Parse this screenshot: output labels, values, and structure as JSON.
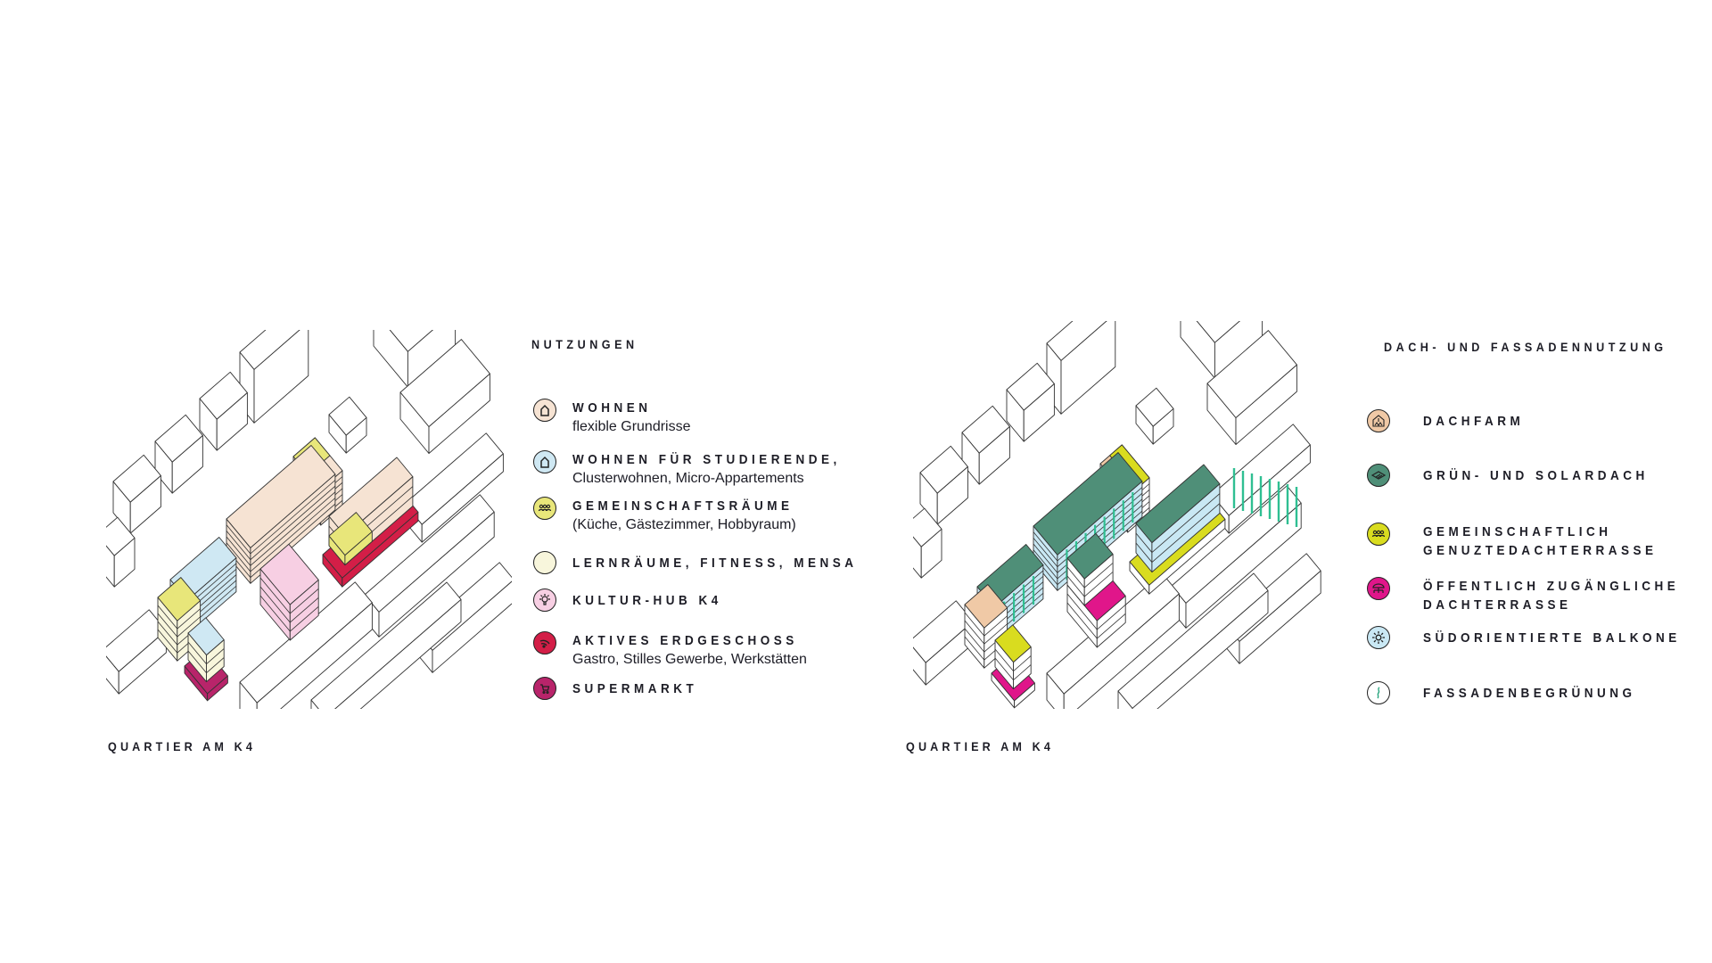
{
  "left": {
    "legend_title": "NUTZUNGEN",
    "caption": "QUARTIER AM K4",
    "items": [
      {
        "heading": "WOHNEN",
        "sub": "flexible Grundrisse",
        "icon": "house-icon",
        "color": "#f6e3d3"
      },
      {
        "heading": "WOHNEN FÜR STUDIERENDE,",
        "sub": "Clusterwohnen, Micro-Appartements",
        "icon": "house-icon",
        "color": "#cfe8f3"
      },
      {
        "heading": "GEMEINSCHAFTSRÄUME",
        "sub": "(Küche, Gästezimmer, Hobbyraum)",
        "icon": "people-icon",
        "color": "#e8e67a"
      },
      {
        "heading": "LERNRÄUME, FITNESS, MENSA",
        "icon": "blank-icon",
        "color": "#f8f6dc"
      },
      {
        "heading": "KULTUR-HUB K4",
        "icon": "lightbulb-icon",
        "color": "#f7cfe3"
      },
      {
        "heading": "AKTIVES ERDGESCHOSS",
        "sub": "Gastro, Stilles Gewerbe, Werkstätten",
        "icon": "wifi-icon",
        "color": "#d31e47"
      },
      {
        "heading": "SUPERMARKT",
        "icon": "cart-icon",
        "color": "#b8246a"
      }
    ]
  },
  "right": {
    "legend_title": "DACH- UND FASSADENNUTZUNG",
    "caption": "QUARTIER AM K4",
    "items": [
      {
        "heading": "DACHFARM",
        "icon": "greenhouse-icon",
        "color": "#f0c9a6"
      },
      {
        "heading": "GRÜN- UND SOLARDACH",
        "icon": "solar-panel-icon",
        "color": "#4f8f78"
      },
      {
        "heading": "GEMEINSCHAFTLICH",
        "heading2": "GENUZTEDACHTERRASSE",
        "icon": "people-icon",
        "color": "#d9dc1f"
      },
      {
        "heading": "ÖFFENTLICH ZUGÄNGLICHE",
        "heading2": "DACHTERRASSE",
        "icon": "table-umbrella-icon",
        "color": "#e0168a"
      },
      {
        "heading": "SÜDORIENTIERTE BALKONE",
        "icon": "sun-icon",
        "color": "#c9e8f4"
      },
      {
        "heading": "FASSADENBEGRÜNUNG",
        "icon": "vine-icon",
        "color": "#ffffff"
      }
    ]
  }
}
